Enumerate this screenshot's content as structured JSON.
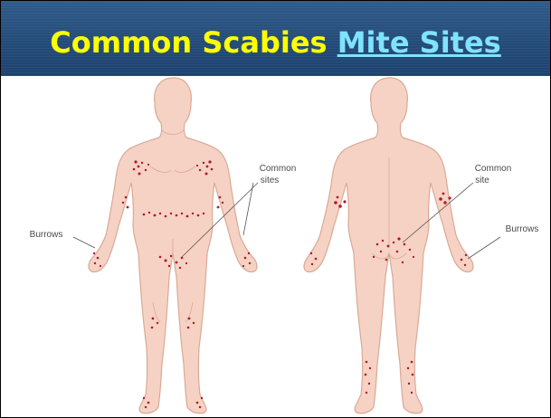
{
  "slide": {
    "title_part1": "Common Scabies",
    "title_part2": "Mite Sites",
    "colors": {
      "header_bg": "#234b78",
      "title_yellow": "#ffff00",
      "title_link": "#7fe3ff",
      "skin": "#f6d2c4",
      "lesion": "#b0182a"
    }
  },
  "diagram": {
    "front_labels": {
      "common_line1": "Common",
      "common_line2": "sites",
      "burrows": "Burrows"
    },
    "back_labels": {
      "common_line1": "Common",
      "common_line2": "site",
      "burrows": "Burrows"
    }
  }
}
